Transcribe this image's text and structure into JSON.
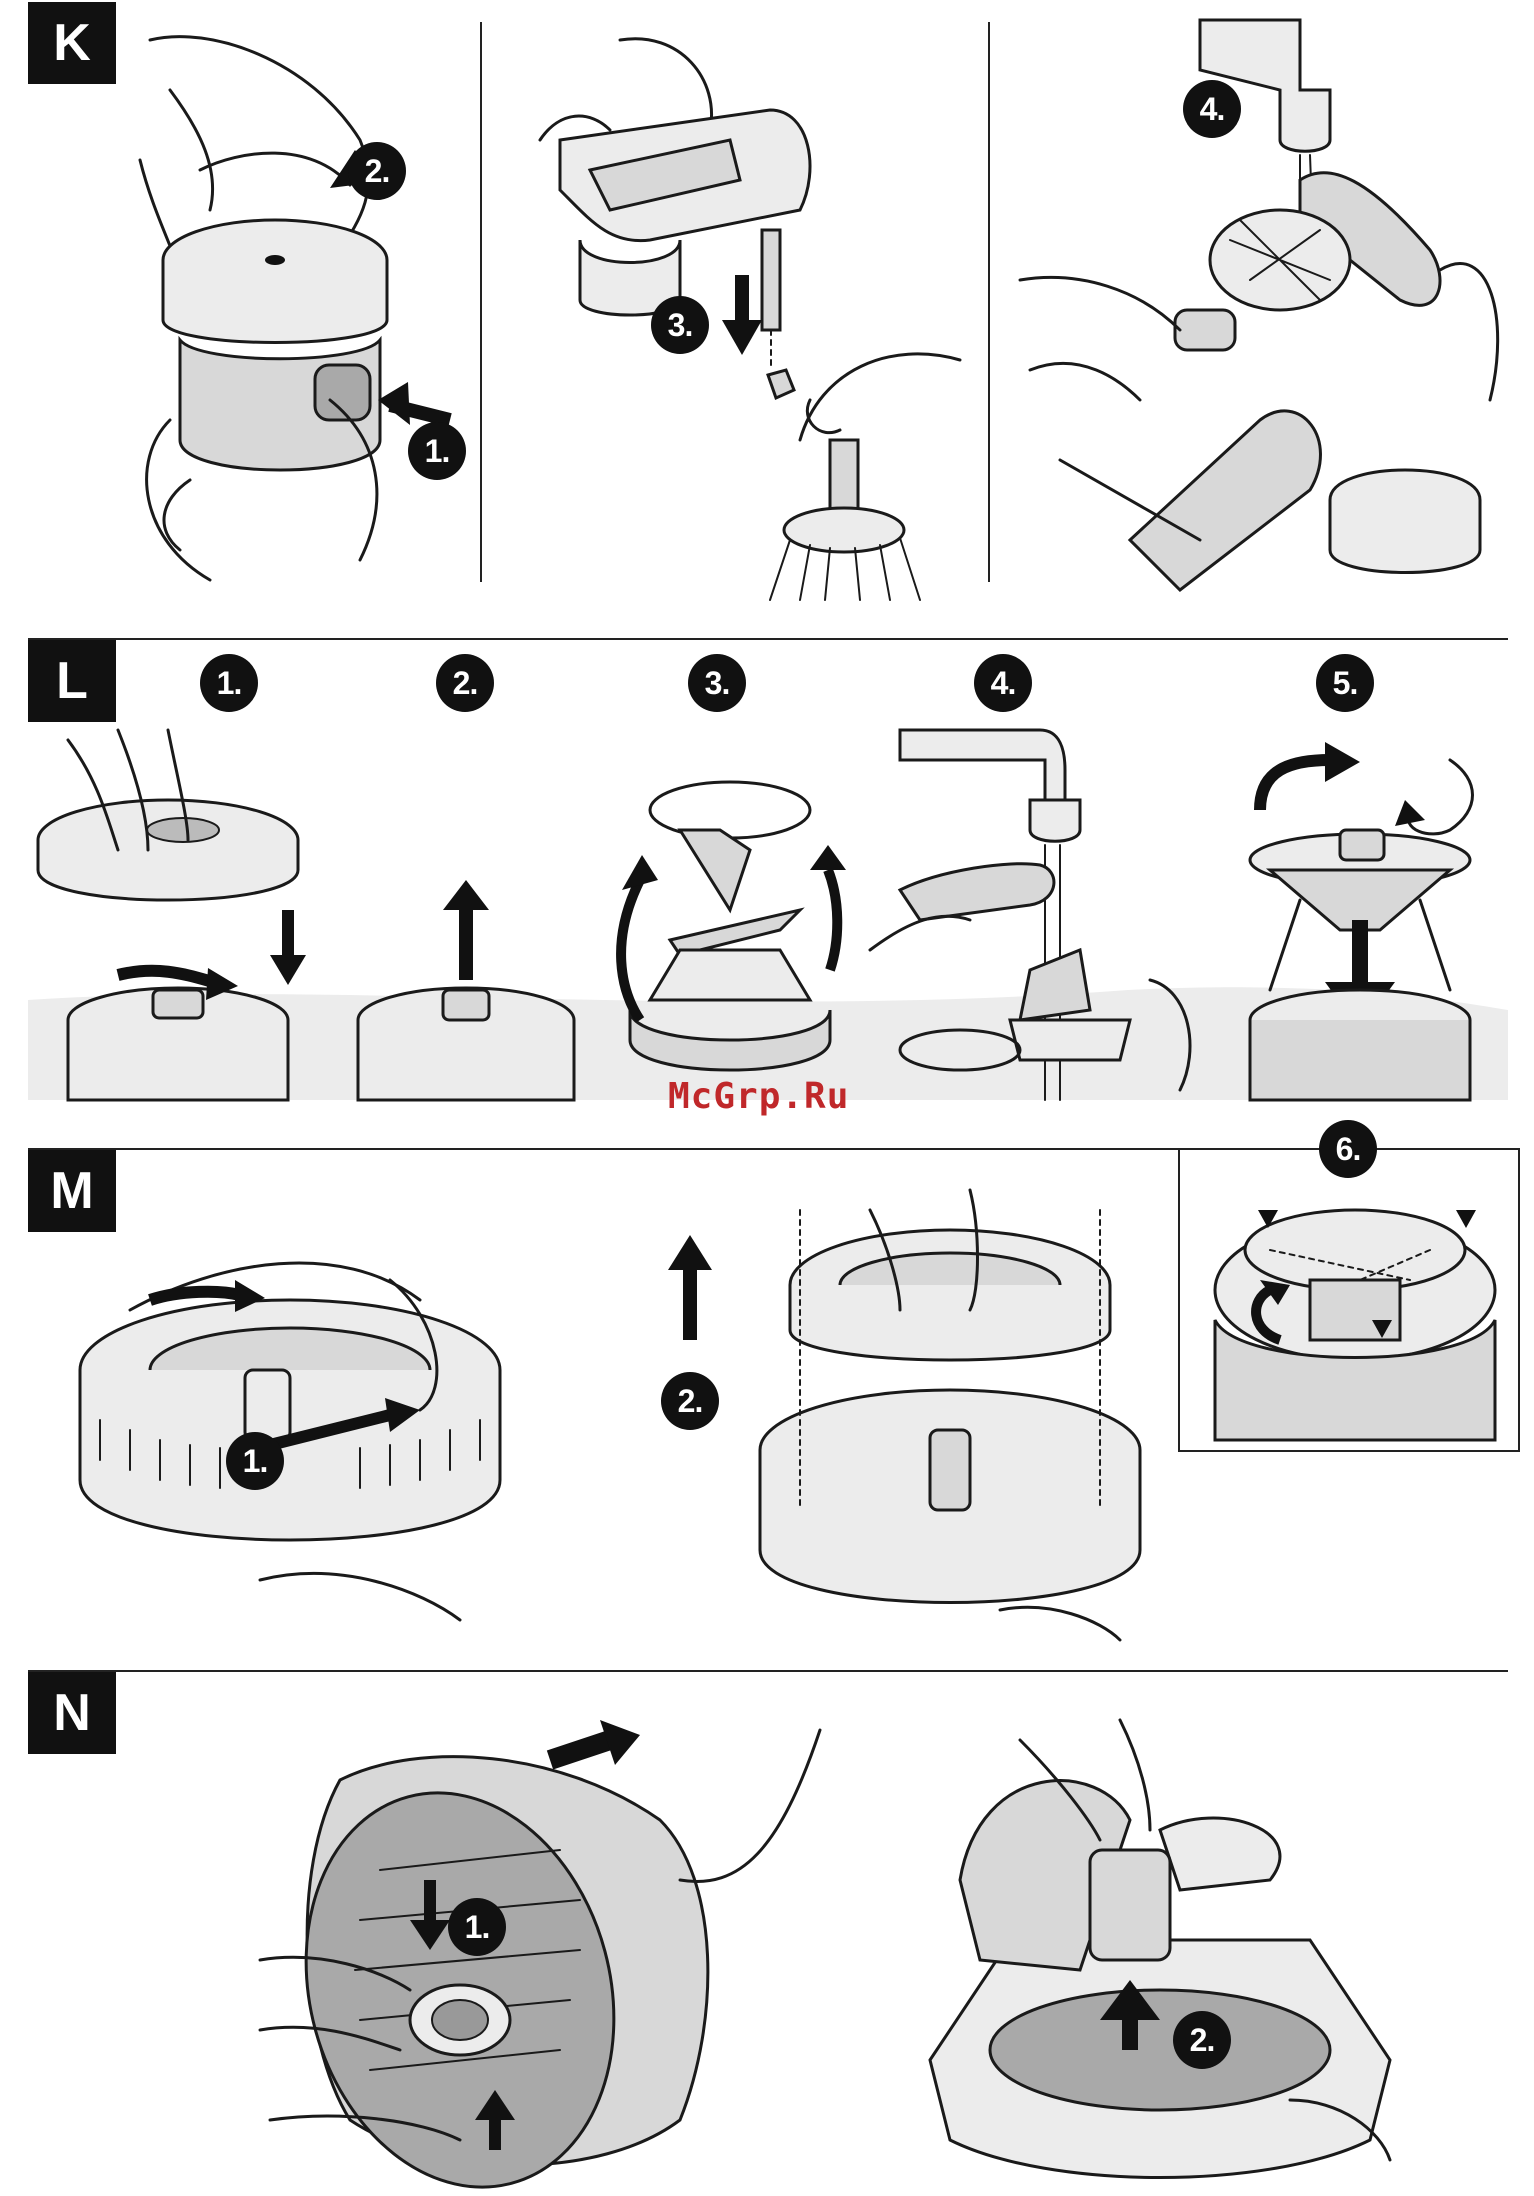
{
  "sections": {
    "K": {
      "label": "K",
      "steps": [
        "1.",
        "2.",
        "3.",
        "4."
      ]
    },
    "L": {
      "label": "L",
      "steps": [
        "1.",
        "2.",
        "3.",
        "4.",
        "5.",
        "6."
      ]
    },
    "M": {
      "label": "M",
      "steps": [
        "1.",
        "2."
      ]
    },
    "N": {
      "label": "N",
      "steps": [
        "1.",
        "2."
      ]
    }
  },
  "watermark": "McGrp.Ru",
  "icons": [
    "hand-icon",
    "bowl-icon",
    "whisk-icon",
    "faucet-icon",
    "brush-icon",
    "blade-icon",
    "sieve-disc-icon",
    "arrow-icon"
  ],
  "colors": {
    "ink": "#1a1a1a",
    "fill_gray": "#d8d8d8",
    "label_bg": "#111111",
    "watermark": "#c0282a"
  }
}
